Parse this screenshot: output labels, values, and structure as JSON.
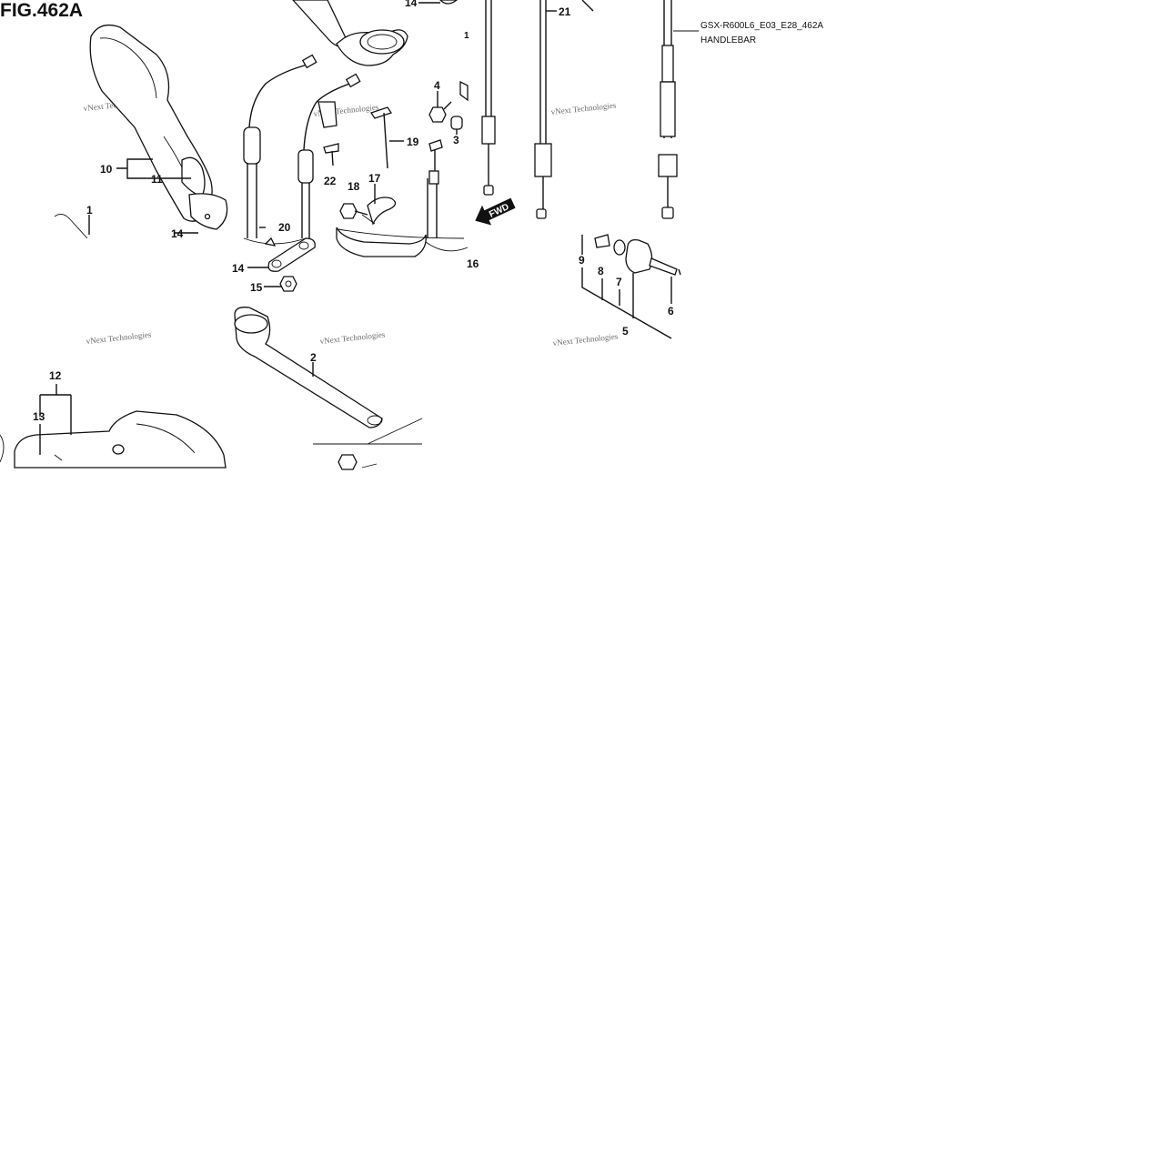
{
  "figure": {
    "title": "FIG.462A",
    "code": "GSX-R600L6_E03_E28_462A",
    "name": "HANDLEBAR"
  },
  "watermark": {
    "text": "vNext Technologies"
  },
  "badges": {
    "forward": "FWD"
  },
  "callouts": [
    "1",
    "1",
    "2",
    "3",
    "4",
    "5",
    "6",
    "7",
    "8",
    "9",
    "10",
    "11",
    "12",
    "13",
    "14",
    "14",
    "14",
    "15",
    "16",
    "17",
    "18",
    "19",
    "20",
    "21",
    "22"
  ],
  "colors": {
    "ink": "#111111",
    "paper": "#ffffff",
    "watermark": "#6a6a6a"
  }
}
